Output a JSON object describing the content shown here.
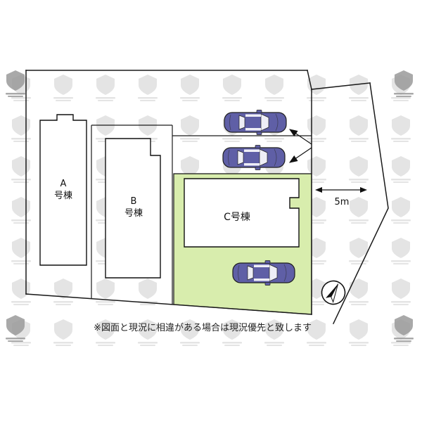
{
  "plan": {
    "buildings": {
      "a": {
        "label_line1": "A",
        "label_line2": "号棟"
      },
      "b": {
        "label_line1": "B",
        "label_line2": "号棟"
      },
      "c": {
        "label": "C号棟"
      }
    },
    "road_width_label": "5m",
    "disclaimer": "※図面と現況に相違がある場合は現況優先と致します"
  },
  "colors": {
    "parcel_fill": "#d8edad",
    "car_body": "#5f5fa6",
    "car_window": "#eeeef6",
    "line": "#1a1a1a",
    "watermark": "#c9c9c9",
    "watermark_dark": "#9a9a9a"
  }
}
